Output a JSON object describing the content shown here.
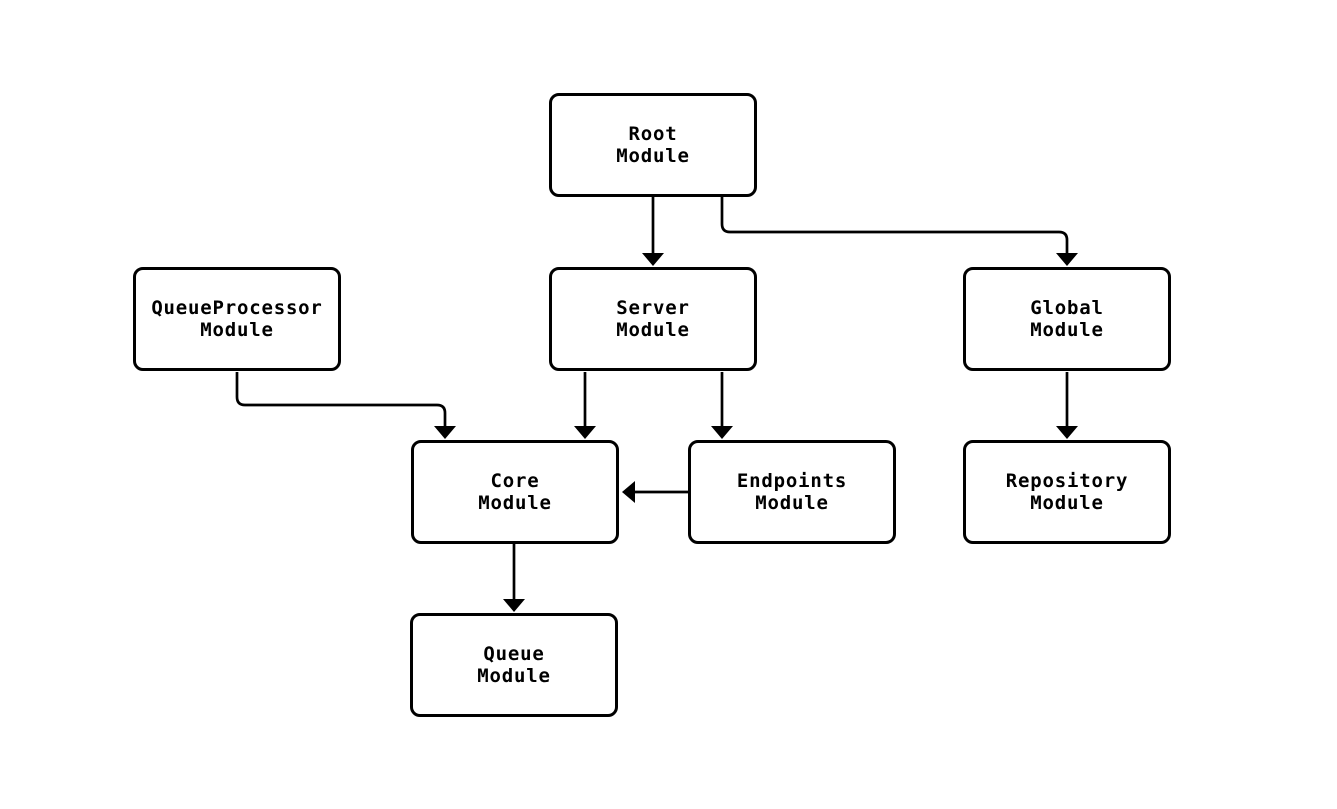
{
  "diagram": {
    "type": "flowchart",
    "background_color": "#ffffff",
    "node_fill_color": "#ffffff",
    "stroke_color": "#000000",
    "nodes": [
      {
        "id": "root",
        "label": "Root\nModule"
      },
      {
        "id": "queueProcessor",
        "label": "QueueProcessor\nModule"
      },
      {
        "id": "server",
        "label": "Server\nModule"
      },
      {
        "id": "global",
        "label": "Global\nModule"
      },
      {
        "id": "core",
        "label": "Core\nModule"
      },
      {
        "id": "endpoints",
        "label": "Endpoints\nModule"
      },
      {
        "id": "repository",
        "label": "Repository\nModule"
      },
      {
        "id": "queue",
        "label": "Queue\nModule"
      }
    ],
    "edges": [
      {
        "from": "Root Module",
        "to": "Server Module"
      },
      {
        "from": "Root Module",
        "to": "Global Module"
      },
      {
        "from": "QueueProcessor Module",
        "to": "Core Module"
      },
      {
        "from": "Server Module",
        "to": "Core Module"
      },
      {
        "from": "Server Module",
        "to": "Endpoints Module"
      },
      {
        "from": "Global Module",
        "to": "Repository Module"
      },
      {
        "from": "Endpoints Module",
        "to": "Core Module"
      },
      {
        "from": "Core Module",
        "to": "Queue Module"
      }
    ]
  }
}
